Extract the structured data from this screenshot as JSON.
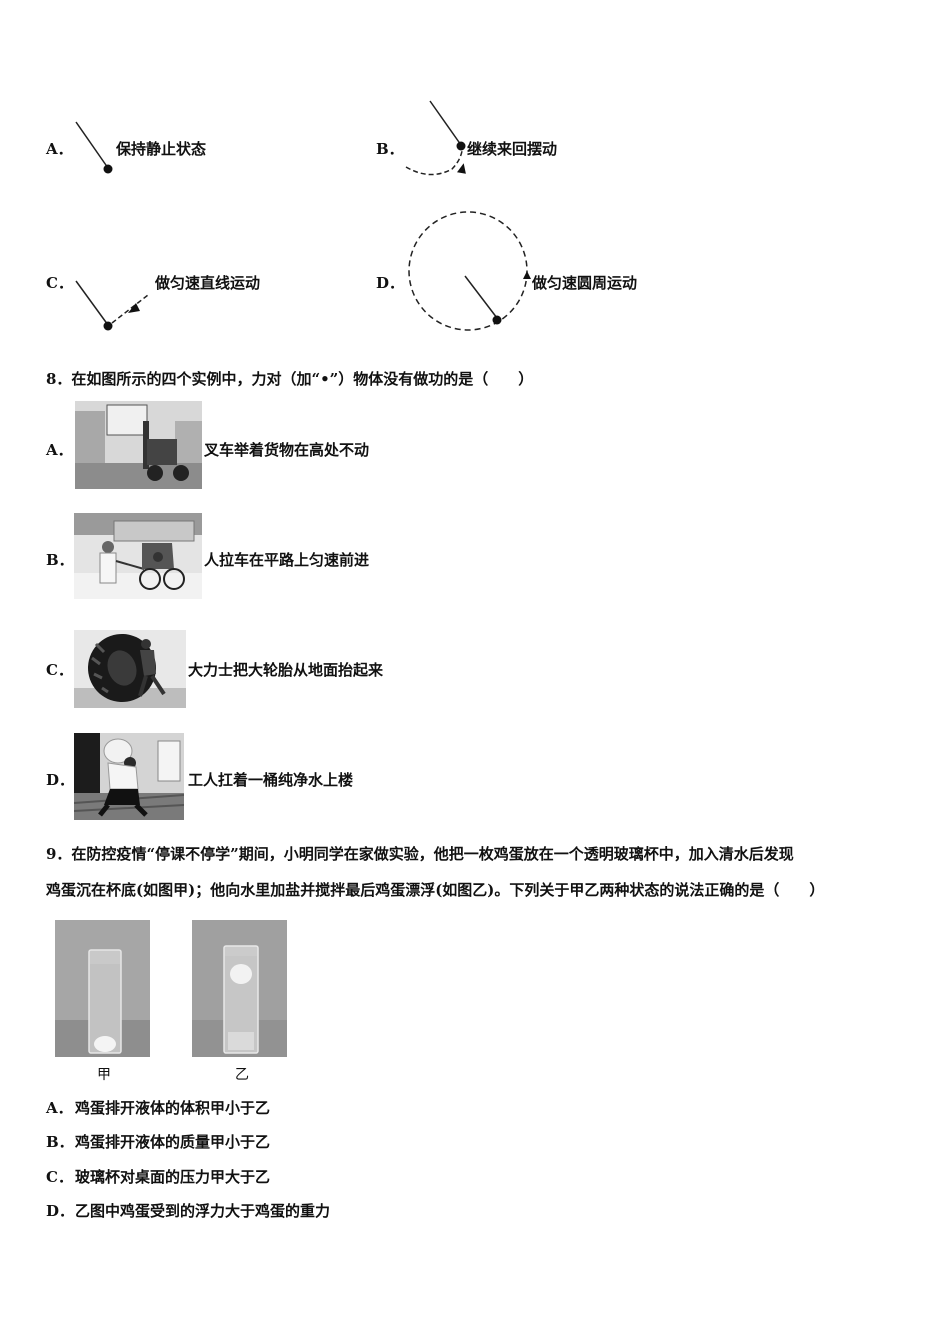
{
  "q7": {
    "options": [
      {
        "letter": "A．",
        "text": "保持静止状态"
      },
      {
        "letter": "B．",
        "text": "继续来回摆动"
      },
      {
        "letter": "C．",
        "text": "做匀速直线运动"
      },
      {
        "letter": "D．",
        "text": "做匀速圆周运动"
      }
    ]
  },
  "q8": {
    "stem": "8．在如图所示的四个实例中，力对（加“•”）物体没有做功的是（　　）",
    "options": [
      {
        "letter": "A．",
        "text": "叉车举着货物在高处不动"
      },
      {
        "letter": "B．",
        "text": "人拉车在平路上匀速前进"
      },
      {
        "letter": "C．",
        "text": "大力士把大轮胎从地面抬起来"
      },
      {
        "letter": "D．",
        "text": "工人扛着一桶纯净水上楼"
      }
    ]
  },
  "q9": {
    "stem_line1": "9．在防控疫情“停课不停学”期间，小明同学在家做实验，他把一枚鸡蛋放在一个透明玻璃杯中，加入清水后发现",
    "stem_line2": "鸡蛋沉在杯底(如图甲)；他向水里加盐并搅拌最后鸡蛋漂浮(如图乙)。下列关于甲乙两种状态的说法正确的是（　　）",
    "captions": [
      "甲",
      "乙"
    ],
    "options": [
      {
        "letter": "A．",
        "text": "鸡蛋排开液体的体积甲小于乙"
      },
      {
        "letter": "B．",
        "text": "鸡蛋排开液体的质量甲小于乙"
      },
      {
        "letter": "C．",
        "text": "玻璃杯对桌面的压力甲大于乙"
      },
      {
        "letter": "D．",
        "text": "乙图中鸡蛋受到的浮力大于鸡蛋的重力"
      }
    ]
  }
}
